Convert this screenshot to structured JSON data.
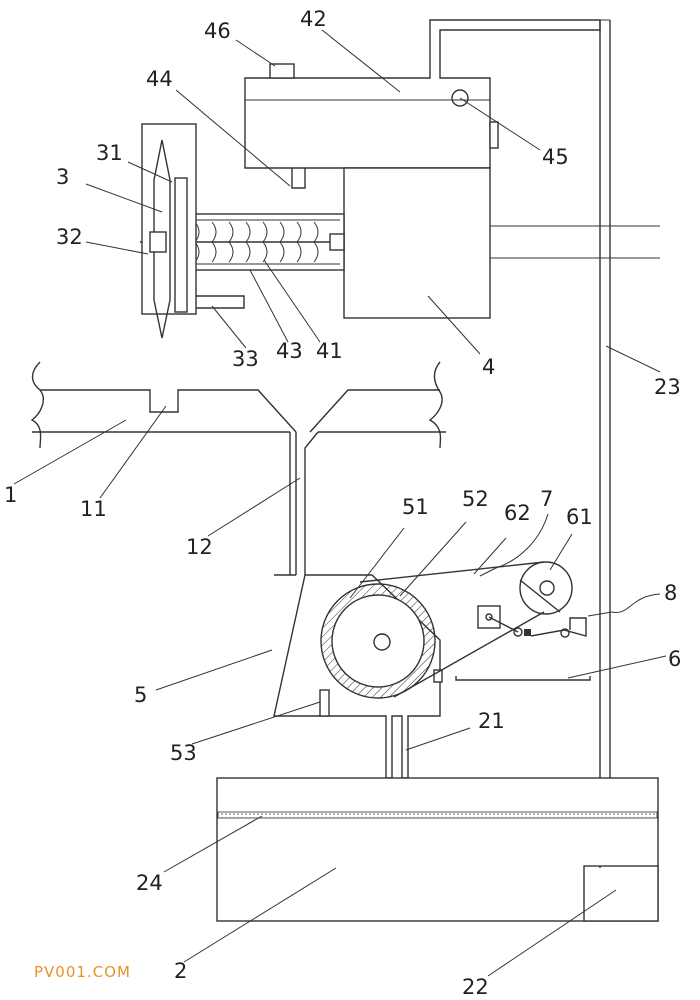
{
  "labels": {
    "l46": "46",
    "l42": "42",
    "l44": "44",
    "l31": "31",
    "l3": "3",
    "l32": "32",
    "l45": "45",
    "l33": "33",
    "l43": "43",
    "l41": "41",
    "l4": "4",
    "l23": "23",
    "l1": "1",
    "l11": "11",
    "l12": "12",
    "l51": "51",
    "l52": "52",
    "l62": "62",
    "l7": "7",
    "l61": "61",
    "l8": "8",
    "l6": "6",
    "l5": "5",
    "l53": "53",
    "l21": "21",
    "l24": "24",
    "l2": "2",
    "l22": "22"
  },
  "watermark": "PV001.COM"
}
